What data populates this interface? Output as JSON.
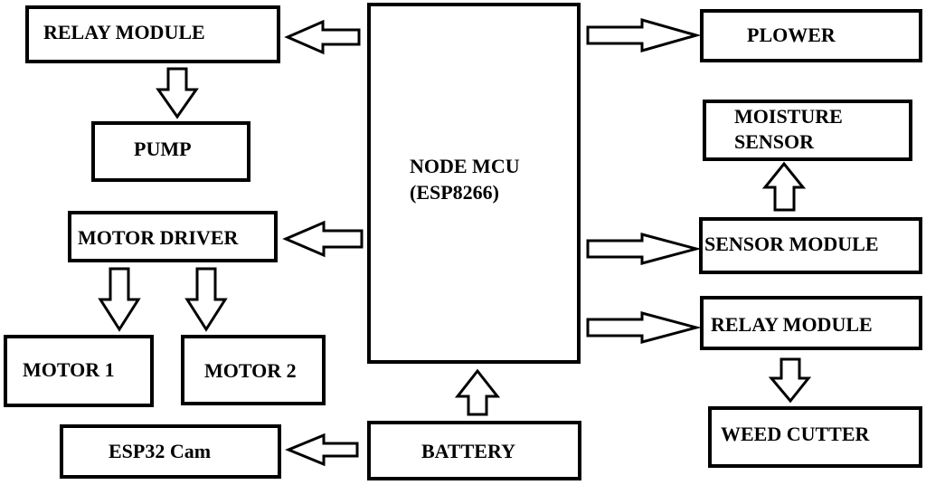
{
  "blocks": {
    "relay_module_left": "RELAY MODULE",
    "pump": "PUMP",
    "motor_driver": "MOTOR DRIVER",
    "motor_1": "MOTOR 1",
    "motor_2": "MOTOR 2",
    "esp32_cam": "ESP32 Cam",
    "node_mcu_line1": "NODE MCU",
    "node_mcu_line2": "(ESP8266)",
    "battery": "BATTERY",
    "plower": "PLOWER",
    "moisture_line1": "MOISTURE",
    "moisture_line2": "SENSOR",
    "sensor_module": "SENSOR MODULE",
    "relay_module_right": "RELAY MODULE",
    "weed_cutter": "WEED CUTTER"
  },
  "colors": {
    "stroke": "#000000",
    "background": "#ffffff"
  }
}
